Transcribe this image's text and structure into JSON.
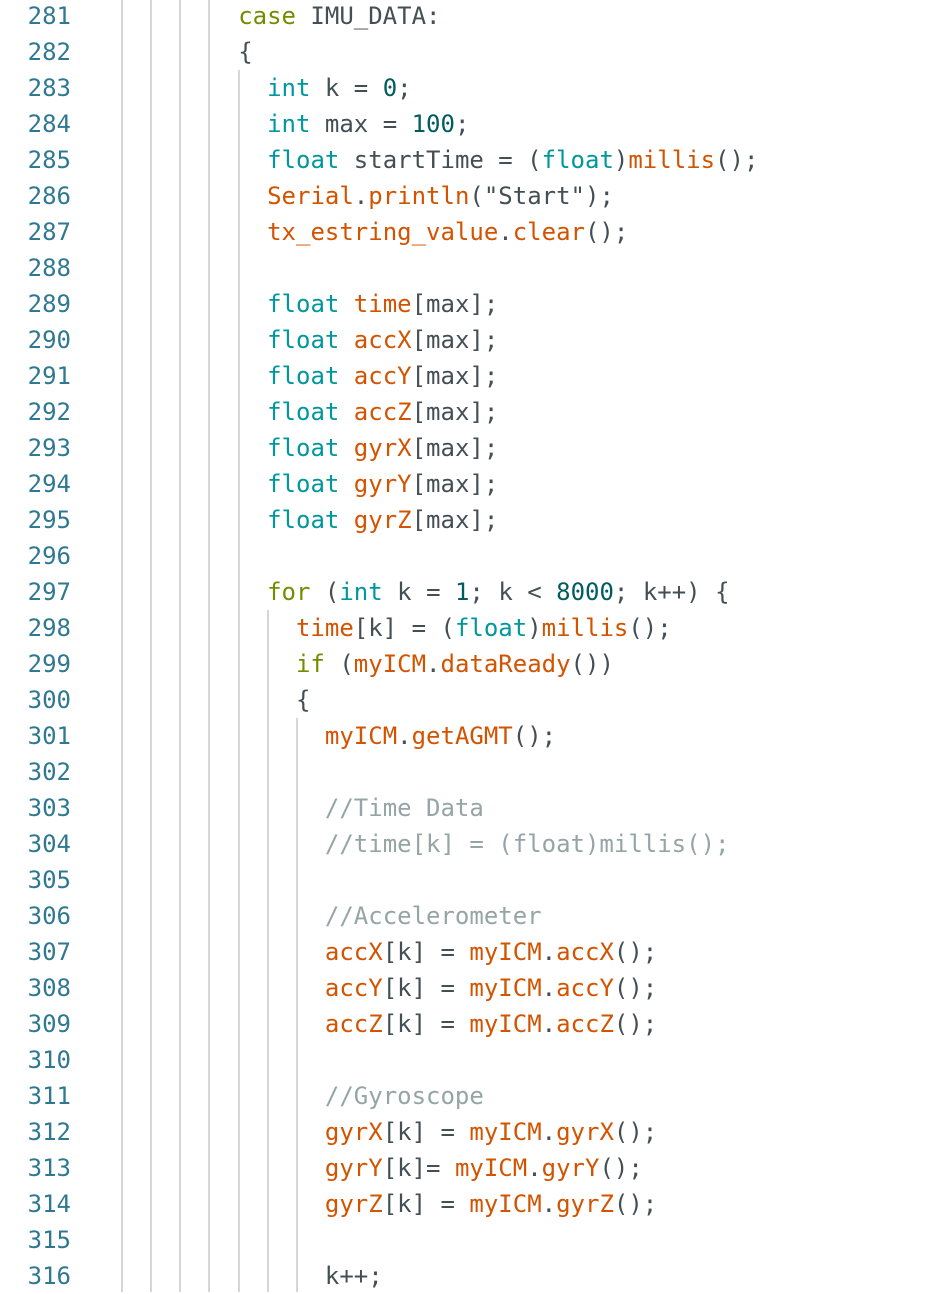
{
  "editor": {
    "colors": {
      "keyword": "#728e00",
      "type": "#00979d",
      "number": "#005c5f",
      "function": "#d35400",
      "plain": "#434f54",
      "comment": "#95a5a6",
      "line_number": "#2f7892"
    },
    "lines": [
      {
        "n": "281",
        "i": 8,
        "t": [
          [
            "k",
            "case"
          ],
          [
            "p",
            " IMU_DATA:"
          ]
        ]
      },
      {
        "n": "282",
        "i": 8,
        "t": [
          [
            "p",
            "{"
          ]
        ]
      },
      {
        "n": "283",
        "i": 10,
        "t": [
          [
            "t",
            "int"
          ],
          [
            "p",
            " k = "
          ],
          [
            "n",
            "0"
          ],
          [
            "p",
            ";"
          ]
        ]
      },
      {
        "n": "284",
        "i": 10,
        "t": [
          [
            "t",
            "int"
          ],
          [
            "p",
            " max = "
          ],
          [
            "n",
            "100"
          ],
          [
            "p",
            ";"
          ]
        ]
      },
      {
        "n": "285",
        "i": 10,
        "t": [
          [
            "t",
            "float"
          ],
          [
            "p",
            " startTime = ("
          ],
          [
            "t",
            "float"
          ],
          [
            "p",
            ")"
          ],
          [
            "f",
            "millis"
          ],
          [
            "p",
            "();"
          ]
        ]
      },
      {
        "n": "286",
        "i": 10,
        "t": [
          [
            "f",
            "Serial"
          ],
          [
            "p",
            "."
          ],
          [
            "f",
            "println"
          ],
          [
            "p",
            "(\"Start\");"
          ]
        ]
      },
      {
        "n": "287",
        "i": 10,
        "t": [
          [
            "f",
            "tx_estring_value"
          ],
          [
            "p",
            "."
          ],
          [
            "f",
            "clear"
          ],
          [
            "p",
            "();"
          ]
        ]
      },
      {
        "n": "288",
        "i": 0,
        "t": []
      },
      {
        "n": "289",
        "i": 10,
        "t": [
          [
            "t",
            "float"
          ],
          [
            "p",
            " "
          ],
          [
            "f",
            "time"
          ],
          [
            "p",
            "[max];"
          ]
        ]
      },
      {
        "n": "290",
        "i": 10,
        "t": [
          [
            "t",
            "float"
          ],
          [
            "p",
            " "
          ],
          [
            "f",
            "accX"
          ],
          [
            "p",
            "[max];"
          ]
        ]
      },
      {
        "n": "291",
        "i": 10,
        "t": [
          [
            "t",
            "float"
          ],
          [
            "p",
            " "
          ],
          [
            "f",
            "accY"
          ],
          [
            "p",
            "[max];"
          ]
        ]
      },
      {
        "n": "292",
        "i": 10,
        "t": [
          [
            "t",
            "float"
          ],
          [
            "p",
            " "
          ],
          [
            "f",
            "accZ"
          ],
          [
            "p",
            "[max];"
          ]
        ]
      },
      {
        "n": "293",
        "i": 10,
        "t": [
          [
            "t",
            "float"
          ],
          [
            "p",
            " "
          ],
          [
            "f",
            "gyrX"
          ],
          [
            "p",
            "[max];"
          ]
        ]
      },
      {
        "n": "294",
        "i": 10,
        "t": [
          [
            "t",
            "float"
          ],
          [
            "p",
            " "
          ],
          [
            "f",
            "gyrY"
          ],
          [
            "p",
            "[max];"
          ]
        ]
      },
      {
        "n": "295",
        "i": 10,
        "t": [
          [
            "t",
            "float"
          ],
          [
            "p",
            " "
          ],
          [
            "f",
            "gyrZ"
          ],
          [
            "p",
            "[max];"
          ]
        ]
      },
      {
        "n": "296",
        "i": 0,
        "t": []
      },
      {
        "n": "297",
        "i": 10,
        "t": [
          [
            "k",
            "for"
          ],
          [
            "p",
            " ("
          ],
          [
            "t",
            "int"
          ],
          [
            "p",
            " k = "
          ],
          [
            "n",
            "1"
          ],
          [
            "p",
            "; k < "
          ],
          [
            "n",
            "8000"
          ],
          [
            "p",
            "; k++) {"
          ]
        ]
      },
      {
        "n": "298",
        "i": 12,
        "t": [
          [
            "f",
            "time"
          ],
          [
            "p",
            "[k] = ("
          ],
          [
            "t",
            "float"
          ],
          [
            "p",
            ")"
          ],
          [
            "f",
            "millis"
          ],
          [
            "p",
            "();"
          ]
        ]
      },
      {
        "n": "299",
        "i": 12,
        "t": [
          [
            "k",
            "if"
          ],
          [
            "p",
            " ("
          ],
          [
            "f",
            "myICM"
          ],
          [
            "p",
            "."
          ],
          [
            "f",
            "dataReady"
          ],
          [
            "p",
            "())"
          ]
        ]
      },
      {
        "n": "300",
        "i": 12,
        "t": [
          [
            "p",
            "{"
          ]
        ]
      },
      {
        "n": "301",
        "i": 14,
        "t": [
          [
            "f",
            "myICM"
          ],
          [
            "p",
            "."
          ],
          [
            "f",
            "getAGMT"
          ],
          [
            "p",
            "();"
          ]
        ]
      },
      {
        "n": "302",
        "i": 0,
        "t": []
      },
      {
        "n": "303",
        "i": 14,
        "t": [
          [
            "c",
            "//Time Data"
          ]
        ]
      },
      {
        "n": "304",
        "i": 14,
        "t": [
          [
            "c",
            "//time[k] = (float)millis();"
          ]
        ]
      },
      {
        "n": "305",
        "i": 0,
        "t": []
      },
      {
        "n": "306",
        "i": 14,
        "t": [
          [
            "c",
            "//Accelerometer"
          ]
        ]
      },
      {
        "n": "307",
        "i": 14,
        "t": [
          [
            "f",
            "accX"
          ],
          [
            "p",
            "[k] = "
          ],
          [
            "f",
            "myICM"
          ],
          [
            "p",
            "."
          ],
          [
            "f",
            "accX"
          ],
          [
            "p",
            "();"
          ]
        ]
      },
      {
        "n": "308",
        "i": 14,
        "t": [
          [
            "f",
            "accY"
          ],
          [
            "p",
            "[k] = "
          ],
          [
            "f",
            "myICM"
          ],
          [
            "p",
            "."
          ],
          [
            "f",
            "accY"
          ],
          [
            "p",
            "();"
          ]
        ]
      },
      {
        "n": "309",
        "i": 14,
        "t": [
          [
            "f",
            "accZ"
          ],
          [
            "p",
            "[k] = "
          ],
          [
            "f",
            "myICM"
          ],
          [
            "p",
            "."
          ],
          [
            "f",
            "accZ"
          ],
          [
            "p",
            "();"
          ]
        ]
      },
      {
        "n": "310",
        "i": 0,
        "t": []
      },
      {
        "n": "311",
        "i": 14,
        "t": [
          [
            "c",
            "//Gyroscope"
          ]
        ]
      },
      {
        "n": "312",
        "i": 14,
        "t": [
          [
            "f",
            "gyrX"
          ],
          [
            "p",
            "[k] = "
          ],
          [
            "f",
            "myICM"
          ],
          [
            "p",
            "."
          ],
          [
            "f",
            "gyrX"
          ],
          [
            "p",
            "();"
          ]
        ]
      },
      {
        "n": "313",
        "i": 14,
        "t": [
          [
            "f",
            "gyrY"
          ],
          [
            "p",
            "[k]= "
          ],
          [
            "f",
            "myICM"
          ],
          [
            "p",
            "."
          ],
          [
            "f",
            "gyrY"
          ],
          [
            "p",
            "();"
          ]
        ]
      },
      {
        "n": "314",
        "i": 14,
        "t": [
          [
            "f",
            "gyrZ"
          ],
          [
            "p",
            "[k] = "
          ],
          [
            "f",
            "myICM"
          ],
          [
            "p",
            "."
          ],
          [
            "f",
            "gyrZ"
          ],
          [
            "p",
            "();"
          ]
        ]
      },
      {
        "n": "315",
        "i": 0,
        "t": []
      },
      {
        "n": "316",
        "i": 14,
        "t": [
          [
            "p",
            "k++;"
          ]
        ]
      }
    ]
  }
}
